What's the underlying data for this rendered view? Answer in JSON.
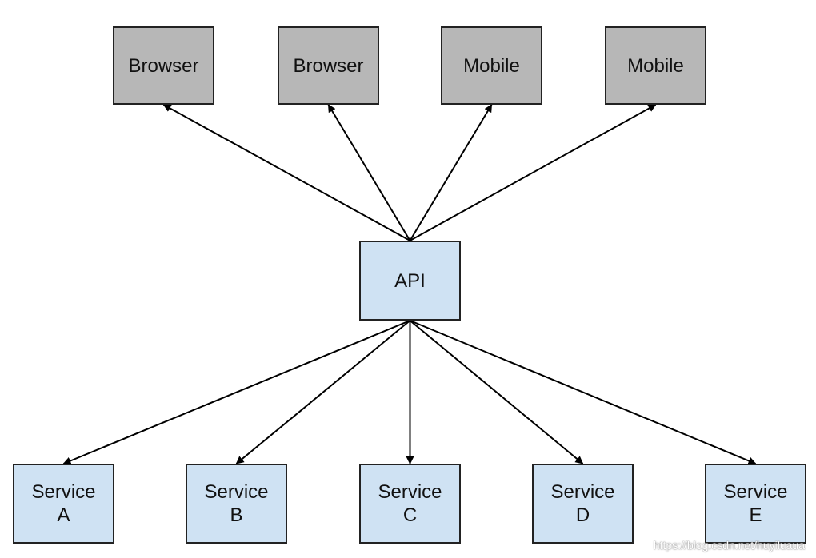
{
  "clients": [
    {
      "label": "Browser",
      "color": "#b7b7b7"
    },
    {
      "label": "Browser",
      "color": "#b7b7b7"
    },
    {
      "label": "Mobile",
      "color": "#b7b7b7"
    },
    {
      "label": "Mobile",
      "color": "#b7b7b7"
    }
  ],
  "api": {
    "label": "API",
    "color": "#cfe2f3"
  },
  "services": [
    {
      "line1": "Service",
      "line2": "A"
    },
    {
      "line1": "Service",
      "line2": "B"
    },
    {
      "line1": "Service",
      "line2": "C"
    },
    {
      "line1": "Service",
      "line2": "D"
    },
    {
      "line1": "Service",
      "line2": "E"
    }
  ],
  "service_color": "#cfe2f3",
  "edges": [
    {
      "from": "api",
      "to": "client-0"
    },
    {
      "from": "api",
      "to": "client-1"
    },
    {
      "from": "api",
      "to": "client-2"
    },
    {
      "from": "api",
      "to": "client-3"
    },
    {
      "from": "api",
      "to": "service-0"
    },
    {
      "from": "api",
      "to": "service-1"
    },
    {
      "from": "api",
      "to": "service-2"
    },
    {
      "from": "api",
      "to": "service-3"
    },
    {
      "from": "api",
      "to": "service-4"
    }
  ],
  "watermark": "https://blog.csdn.net/huyiluaua"
}
